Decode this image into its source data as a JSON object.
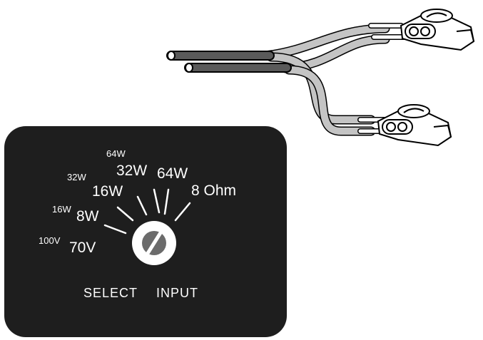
{
  "selector_panel": {
    "voltage_labels": [
      {
        "secondary": "100V",
        "primary": "70V"
      },
      {
        "secondary": "16W",
        "primary": "8W"
      },
      {
        "secondary": "32W",
        "primary": "16W"
      },
      {
        "secondary": "64W",
        "primary": "32W"
      },
      {
        "primary": "64W"
      },
      {
        "primary": "8 Ohm"
      }
    ],
    "select_label": "SELECT",
    "input_label": "INPUT"
  },
  "colors": {
    "panel_background": "#1e1e1e",
    "label_text": "#ffffff",
    "cable_dark": "#555555",
    "cable_light": "#b8b8b8",
    "outline": "#000000"
  },
  "icons": [
    "rotary-knob-icon",
    "wire-connector-icon"
  ]
}
